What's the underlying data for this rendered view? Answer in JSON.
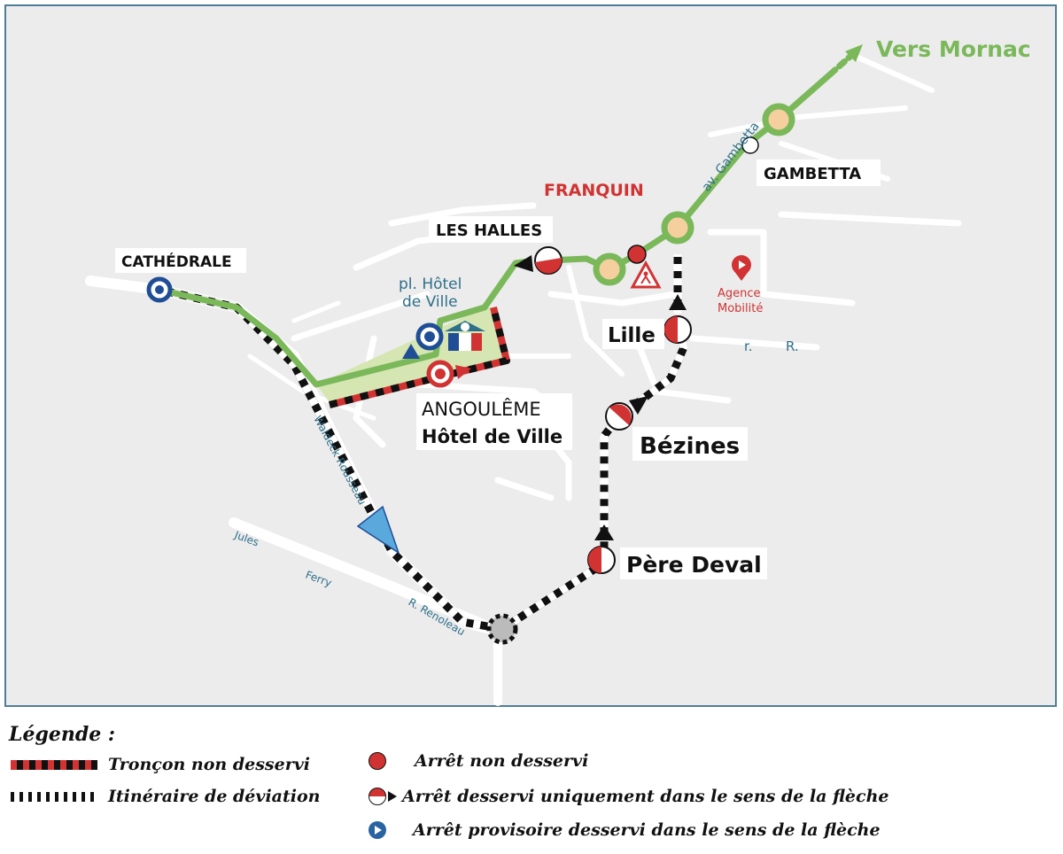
{
  "map": {
    "labels": {
      "destination": "Vers Mornac",
      "cathedrale": "CATHÉDRALE",
      "les_halles": "LES HALLES",
      "franquin": "FRANQUIN",
      "gambetta": "GAMBETTA",
      "lille": "Lille",
      "bezines": "Bézines",
      "pere_deval": "Père Deval",
      "angouleme": "ANGOULÊME",
      "hotel_de_ville": "Hôtel de Ville",
      "place_line1": "pl. Hôtel",
      "place_line2": "de Ville",
      "agence_line1": "Agence",
      "agence_line2": "Mobilité"
    },
    "streets": {
      "av_gambetta": "av. Gambetta",
      "waldeck": "Waldeck Rousseau",
      "jules": "Jules",
      "ferry": "Ferry",
      "renoleau": "R. Renoleau",
      "r1": "r.",
      "r2": "R."
    },
    "colors": {
      "line": "#7ab85a",
      "red": "#d13333",
      "blue": "#1f4e96",
      "bg": "#ececec",
      "road": "#ffffff",
      "street_text": "#2e6f8a"
    }
  },
  "legend": {
    "title": "Légende :",
    "items": [
      {
        "label": "Tronçon non desservi"
      },
      {
        "label": "Itinéraire de déviation"
      },
      {
        "label": "Arrêt non desservi"
      },
      {
        "label": "Arrêt desservi uniquement dans le sens de la flèche"
      },
      {
        "label": "Arrêt provisoire desservi dans le sens de la flèche"
      }
    ]
  }
}
